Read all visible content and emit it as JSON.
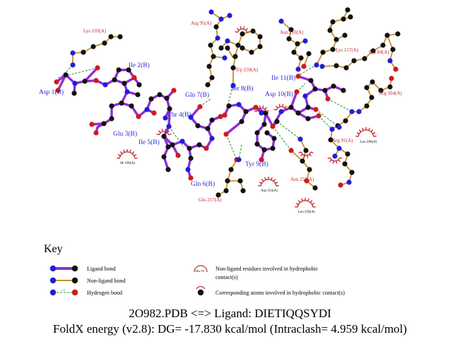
{
  "caption": {
    "line1": "2O982.PDB <=> Ligand: DIETIQQSYDI",
    "line2": "FoldX energy (v2.8): DG= -17.830 kcal/mol (Intraclash= 4.959 kcal/mol)"
  },
  "key": {
    "title": "Key",
    "ligand_bond": "Ligand bond",
    "nonligand_bond": "Non-ligand bond",
    "hydrogen_bond": "Hydrogen bond",
    "hbond_distance": "3.0",
    "hydrophobic_example": "His 53",
    "hydrophobic_residues_line1": "Non-ligand residues involved in hydrophobic",
    "hydrophobic_residues_line2": "contact(s)",
    "hydrophobic_atoms": "Corresponding atoms involved in hydrophobic contact(s)"
  },
  "ligand_residues": {
    "asp1": "Asp 1(B)",
    "ile2": "Ile 2(B)",
    "glu3": "Glu 3(B)",
    "thr4": "Thr 4(B)",
    "ile5": "Ile 5(B)",
    "gln6": "Gln 6(B)",
    "gln7": "Gln 7(B)",
    "ser8": "Ser 8(B)",
    "tyr9": "Tyr 9(B)",
    "asp10": "Asp 10(B)",
    "ile11": "Ile 11(B)"
  },
  "protein_residues": {
    "lys103": "Lys 103(A)",
    "arg95": "Arg 95(A)",
    "asn210": "Asn 210(A)",
    "trp259": "Trp 259(A)",
    "lys157": "Lys 157(A)",
    "lys84": "Lys 84(A)",
    "arg164": "Arg 164(A)",
    "arg91": "Arg 91(A)",
    "glu217": "Glu 217(A)",
    "asn255": "Asn 255(A)"
  },
  "hydrophobic_residues": {
    "ile100": "Ile 100(A)",
    "asp254": "Asp 254(A)",
    "leu258": "Leu 258(A)",
    "leu200": "Leu 200(A)"
  },
  "colors": {
    "ligand_bond": "#8e2fd6",
    "nonligand_bond": "#c8902f",
    "hbond": "#2e9e3a",
    "atom_blue": "#1f1fd8",
    "atom_red": "#d21919",
    "atom_black": "#111111",
    "hydrophobic": "#c0272d"
  }
}
